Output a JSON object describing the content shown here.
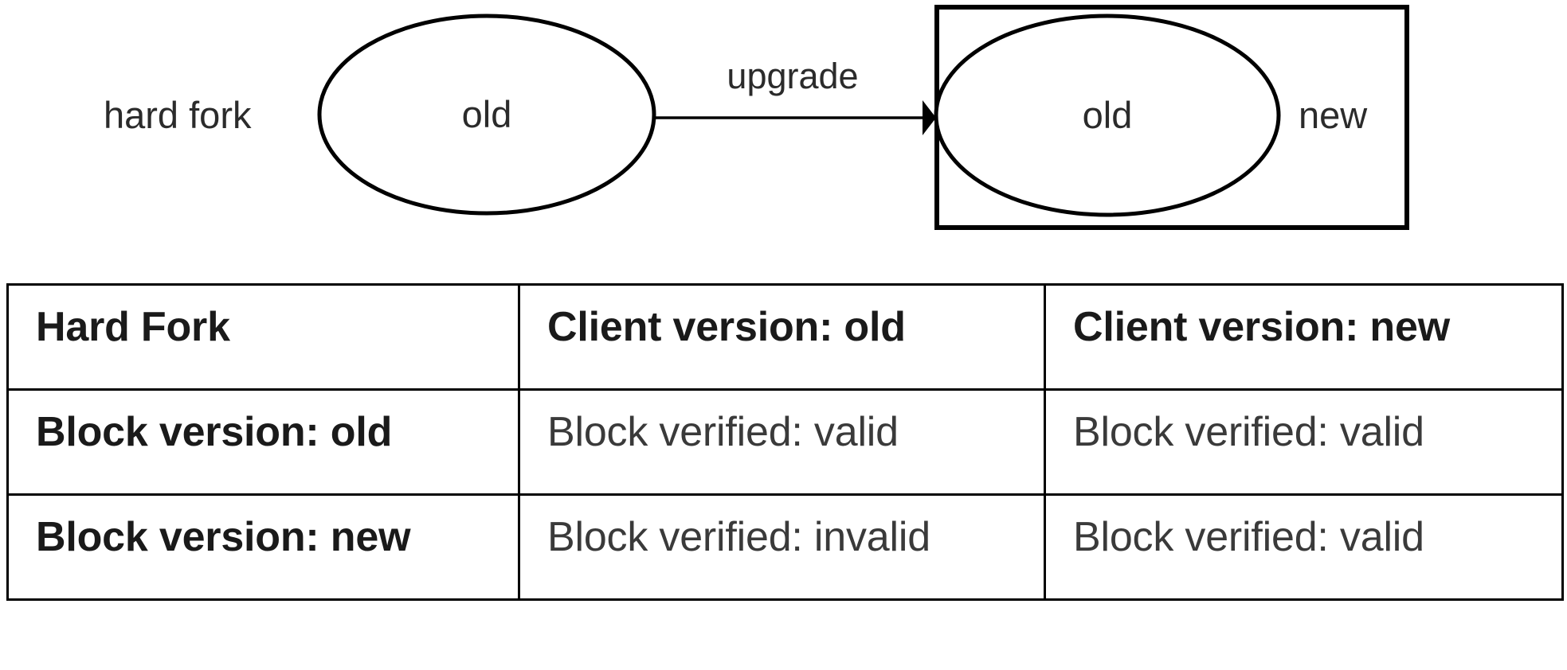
{
  "diagram": {
    "side_label": "hard fork",
    "edge_label": "upgrade",
    "left_node_label": "old",
    "right_inner_node_label": "old",
    "right_outer_label": "new",
    "stroke_color": "#000000",
    "text_color": "#2b2b2b"
  },
  "table": {
    "header_fill": "#e1e1e1",
    "border_color": "#000000",
    "corner_label": "Hard Fork",
    "column_headers": [
      "Client version: old",
      "Client version: new"
    ],
    "row_headers": [
      "Block version: old",
      "Block version: new"
    ],
    "rows": [
      {
        "header": "Block version: old",
        "cells": [
          "Block verified: valid",
          "Block verified: valid"
        ]
      },
      {
        "header": "Block version: new",
        "cells": [
          "Block verified: invalid",
          "Block verified: valid"
        ]
      }
    ]
  }
}
